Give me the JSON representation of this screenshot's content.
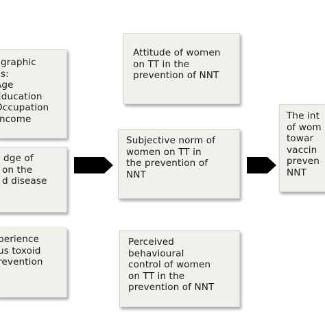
{
  "diagram": {
    "demographic_box": {
      "lines": [
        "graphic",
        "s:",
        "Age",
        "Education",
        "Occupation",
        "ncome"
      ]
    },
    "knowledge_box": {
      "lines": [
        "dge of",
        "on the",
        "d disease"
      ]
    },
    "experience_box": {
      "lines": [
        "perience",
        "us toxoid",
        "revention"
      ]
    },
    "attitude_box": {
      "lines": [
        "Attitude of women",
        "on TT in the",
        "prevention of NNT"
      ]
    },
    "subjective_norm_box": {
      "lines": [
        "Subjective norm of",
        "women on TT in",
        "the prevention of",
        "NNT"
      ]
    },
    "perceived_control_box": {
      "lines": [
        "Perceived",
        "behavioural",
        "control of women",
        "on TT in the",
        "prevention of NNT"
      ]
    },
    "intention_box": {
      "lines": [
        "The int",
        "of wom",
        "towar",
        "vaccin",
        "preven",
        "NNT"
      ]
    },
    "arrow_color": "#000000",
    "box_fill": "#f1f0eb"
  }
}
